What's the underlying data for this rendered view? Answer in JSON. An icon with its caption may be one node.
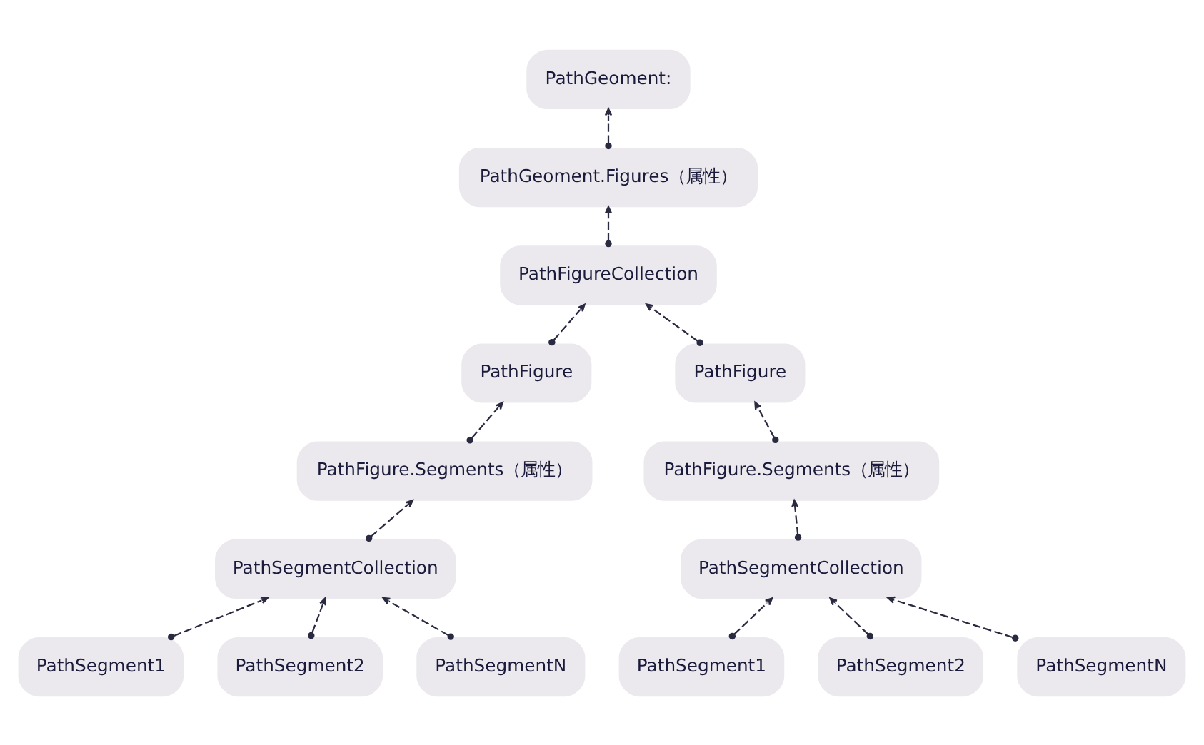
{
  "diagram": {
    "nodes": [
      {
        "text": [
          "PathGeoment:"
        ]
      },
      {
        "text": [
          "PathGeoment.Figures（属性）"
        ]
      },
      {
        "text": [
          "PathFigureCollection"
        ]
      },
      {
        "text": [
          "PathFigure"
        ]
      },
      {
        "text": [
          "PathFigure"
        ]
      },
      {
        "text": [
          "PathFigure.Segments（属性）"
        ]
      },
      {
        "text": [
          "PathFigure.Segments（属性）"
        ]
      },
      {
        "text": [
          "PathSegmentCollection"
        ]
      },
      {
        "text": [
          "PathSegmentCollection"
        ]
      },
      {
        "text": [
          "PathSegment1"
        ]
      },
      {
        "text": [
          "PathSegment2"
        ]
      },
      {
        "text": [
          "PathSegmentN"
        ]
      },
      {
        "text": [
          "PathSegment1"
        ]
      },
      {
        "text": [
          "PathSegment2"
        ]
      },
      {
        "text": [
          "PathSegmentN"
        ]
      }
    ],
    "edges": [
      {
        "from": 1,
        "to": 0,
        "arrow": "to",
        "style": "dashed"
      },
      {
        "from": 2,
        "to": 1,
        "arrow": "to",
        "style": "dashed"
      },
      {
        "from": 3,
        "to": 2,
        "arrow": "to",
        "style": "dashed"
      },
      {
        "from": 4,
        "to": 2,
        "arrow": "to",
        "style": "dashed"
      },
      {
        "from": 5,
        "to": 3,
        "arrow": "to",
        "style": "dashed"
      },
      {
        "from": 6,
        "to": 4,
        "arrow": "to",
        "style": "dashed"
      },
      {
        "from": 7,
        "to": 5,
        "arrow": "to",
        "style": "dashed"
      },
      {
        "from": 8,
        "to": 6,
        "arrow": "to",
        "style": "dashed"
      },
      {
        "from": 9,
        "to": 7,
        "arrow": "to",
        "style": "dashed"
      },
      {
        "from": 10,
        "to": 7,
        "arrow": "to",
        "style": "dashed"
      },
      {
        "from": 11,
        "to": 7,
        "arrow": "to",
        "style": "dashed"
      },
      {
        "from": 12,
        "to": 8,
        "arrow": "to",
        "style": "dashed"
      },
      {
        "from": 13,
        "to": 8,
        "arrow": "to",
        "style": "dashed"
      },
      {
        "from": 14,
        "to": 8,
        "arrow": "to",
        "style": "dashed"
      }
    ]
  }
}
